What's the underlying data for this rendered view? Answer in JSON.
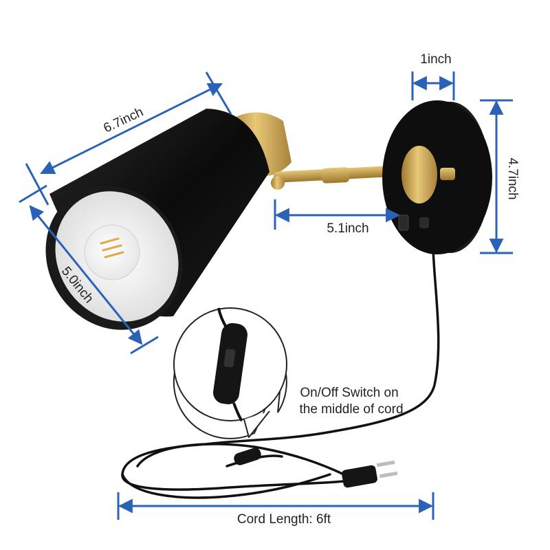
{
  "dimensions": {
    "shade_length": "6.7inch",
    "shade_diameter": "5.0inch",
    "arm_length": "5.1inch",
    "base_depth": "1inch",
    "base_diameter": "4.7inch",
    "cord_length": "Cord Length: 6ft"
  },
  "callout": {
    "line1": "On/Off Switch on",
    "line2": "the middle of cord"
  },
  "colors": {
    "dimension_line": "#2a62b8",
    "shade_black": "#111111",
    "brass": "#c9a552",
    "shade_inner": "#f4f4f4",
    "text": "#222222"
  }
}
